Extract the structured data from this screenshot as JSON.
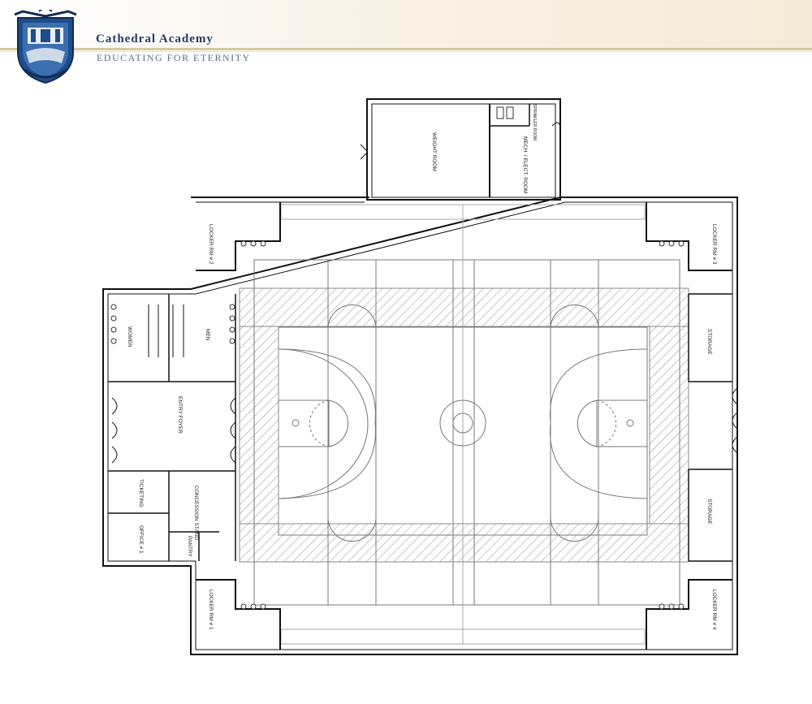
{
  "header": {
    "title": "Cathedral Academy",
    "motto": "EDUCATING FOR ETERNITY",
    "brand_color": "#1f3d6b",
    "accent_color": "#d8c79d"
  },
  "rooms": {
    "weight_room": "WEIGHT ROOM",
    "sprinkler_room": "SPRINKLER ROOM",
    "mech_elect": "MECH. / ELECT. ROOM",
    "locker_2": "LOCKER RM # 2",
    "locker_3": "LOCKER RM # 3",
    "locker_1": "LOCKER RM # 1",
    "locker_4": "LOCKER RM # 4",
    "women": "WOMEN",
    "men": "MEN",
    "entry_foyer": "ENTRY FOYER",
    "ticketing": "TICKETING",
    "concession": "CONCESSION STAND",
    "office": "OFFICE # 1",
    "pantry": "PANTRY",
    "storage_top": "STORAGE",
    "storage_bottom": "STORAGE"
  }
}
